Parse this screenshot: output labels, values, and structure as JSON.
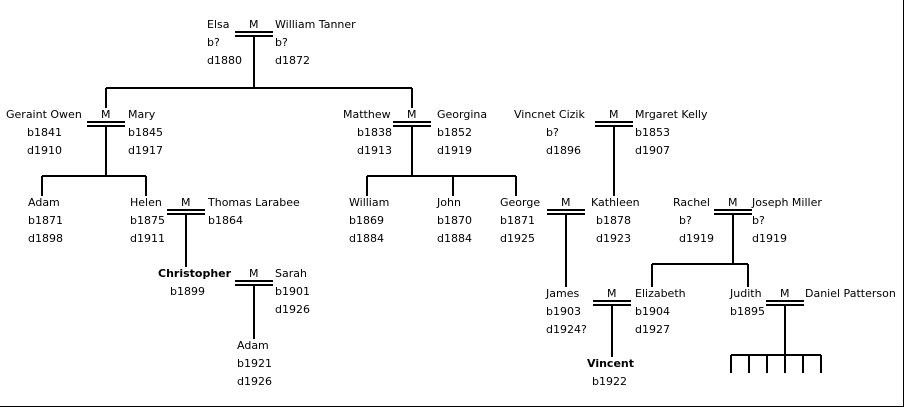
{
  "people": {
    "elsa": {
      "name": "Elsa",
      "born": "b?",
      "died": "d1880"
    },
    "william_t": {
      "name": "William  Tanner",
      "born": "b?",
      "died": "d1872"
    },
    "geraint": {
      "name": "Geraint Owen",
      "born": "b1841",
      "died": "d1910"
    },
    "mary": {
      "name": "Mary",
      "born": "b1845",
      "died": "d1917"
    },
    "matthew": {
      "name": "Matthew",
      "born": "b1838",
      "died": "d1913"
    },
    "georgina": {
      "name": "Georgina",
      "born": "b1852",
      "died": "d1919"
    },
    "vincnet": {
      "name": "Vincnet Cizik",
      "born": "b?",
      "died": "d1896"
    },
    "mrgaret": {
      "name": "Mrgaret Kelly",
      "born": "b1853",
      "died": "d1907"
    },
    "adam1": {
      "name": "Adam",
      "born": "b1871",
      "died": "d1898"
    },
    "helen": {
      "name": "Helen",
      "born": "b1875",
      "died": "d1911"
    },
    "thomas": {
      "name": "Thomas Larabee",
      "born": "b1864"
    },
    "william2": {
      "name": "William",
      "born": "b1869",
      "died": "d1884"
    },
    "john": {
      "name": "John",
      "born": "b1870",
      "died": "d1884"
    },
    "george": {
      "name": "George",
      "born": "b1871",
      "died": "d1925"
    },
    "kathleen": {
      "name": "Kathleen",
      "born": "b1878",
      "died": "d1923"
    },
    "rachel": {
      "name": "Rachel",
      "born": "b?",
      "died": "d1919"
    },
    "joseph": {
      "name": "Joseph Miller",
      "born": "b?",
      "died": "d1919"
    },
    "christopher": {
      "name": "Christopher",
      "born": "b1899"
    },
    "sarah": {
      "name": "Sarah",
      "born": "b1901",
      "died": "d1926"
    },
    "adam2": {
      "name": "Adam",
      "born": "b1921",
      "died": "d1926"
    },
    "james": {
      "name": "James",
      "born": "b1903",
      "died": "d1924?"
    },
    "elizabeth": {
      "name": "Elizabeth",
      "born": "b1904",
      "died": "d1927"
    },
    "judith": {
      "name": "Judith",
      "born": "b1895"
    },
    "daniel": {
      "name": "Daniel Patterson"
    },
    "vincent": {
      "name": "Vincent",
      "born": "b1922"
    }
  },
  "marriage_label": "M"
}
